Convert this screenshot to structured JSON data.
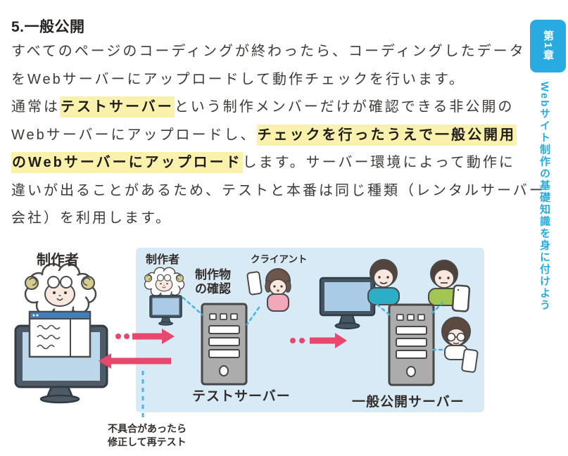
{
  "heading": "5.一般公開",
  "body": {
    "lines": [
      {
        "segs": [
          {
            "t": "すべてのページのコーディングが終わったら、コーディングしたデータ",
            "hl": false
          }
        ]
      },
      {
        "segs": [
          {
            "t": "をWebサーバーにアップロードして動作チェックを行います。",
            "hl": false
          }
        ]
      },
      {
        "segs": [
          {
            "t": "通常は",
            "hl": false
          },
          {
            "t": "テストサーバー",
            "hl": true
          },
          {
            "t": "という制作メンバーだけが確認できる非公開の",
            "hl": false
          }
        ]
      },
      {
        "segs": [
          {
            "t": "Webサーバーにアップロードし、",
            "hl": false
          },
          {
            "t": "チェックを行ったうえで一般公開用",
            "hl": true
          }
        ]
      },
      {
        "segs": [
          {
            "t": "のWebサーバーにアップロード",
            "hl": true
          },
          {
            "t": "します。サーバー環境によって動作に",
            "hl": false
          }
        ]
      },
      {
        "segs": [
          {
            "t": "違いが出ることがあるため、テストと本番は同じ種類（レンタルサーバー",
            "hl": false
          }
        ]
      },
      {
        "segs": [
          {
            "t": "会社）を利用します。",
            "hl": false
          }
        ]
      }
    ]
  },
  "sidebar": {
    "badge": "第1章",
    "title": "Webサイト制作の基礎知識を身に付けよう"
  },
  "illustration": {
    "creator_left": "制作者",
    "creator_box": "制作者",
    "check_line1": "制作物",
    "check_line2": "の確認",
    "client": "クライアント",
    "test_server": "テストサーバー",
    "public_server": "一般公開サーバー",
    "retest_line1": "不具合があったら",
    "retest_line2": "修正して再テスト"
  },
  "colors": {
    "accent_blue": "#29abe2",
    "highlight_yellow": "#faf2ac",
    "box_blue": "#d7eaf5",
    "arrow_pink": "#e8476e",
    "connector_blue": "#45b5e8",
    "server_gray": "#acacac"
  }
}
